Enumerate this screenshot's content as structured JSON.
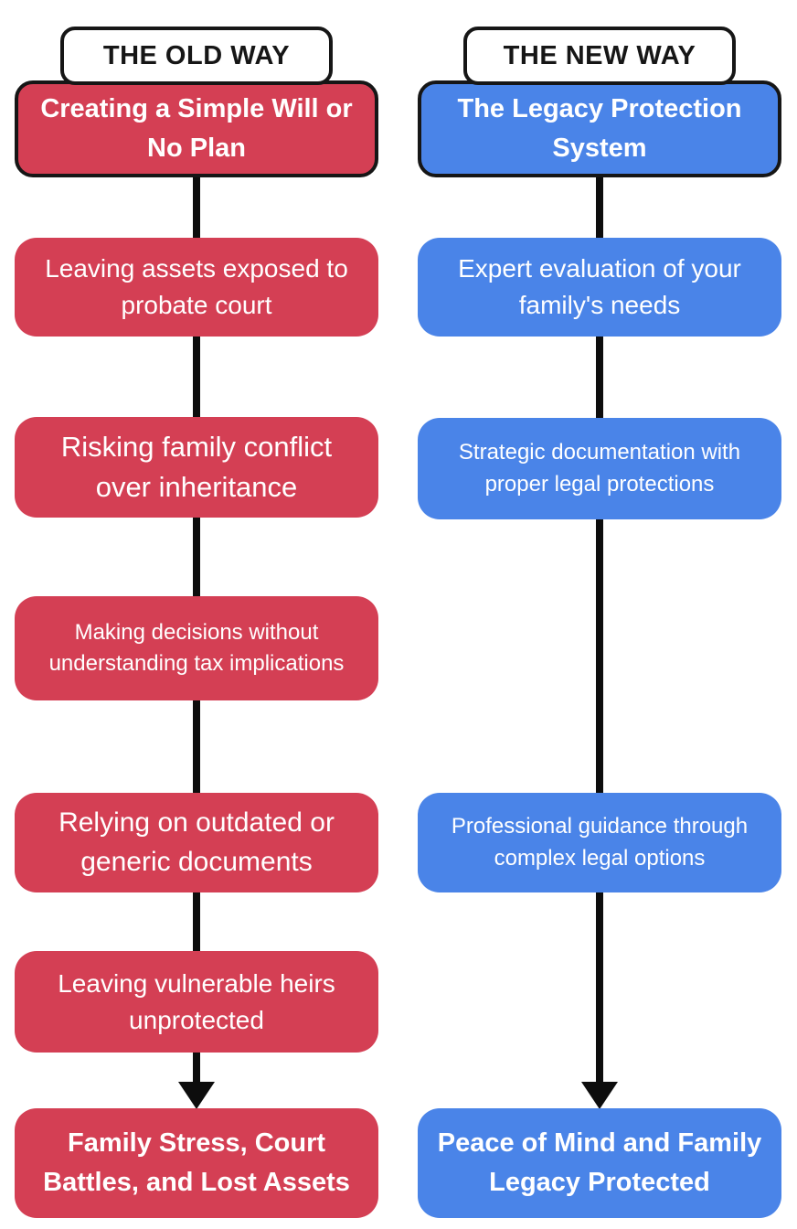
{
  "title": "Old Way vs New Way estate planning comparison flowchart",
  "colors": {
    "old_accent": "#d43f54",
    "new_accent": "#4a84e8",
    "line": "#0d0d0d",
    "header_background": "#ffffff",
    "header_text": "#161616",
    "box_text": "#ffffff"
  },
  "columns": [
    {
      "id": "old-way",
      "title": "THE OLD WAY",
      "subtitle": "Creating a Simple Will or No Plan",
      "steps": [
        "Leaving assets exposed to probate court",
        "Risking family conflict over inheritance",
        "Making decisions without understanding tax implications",
        "Relying on outdated or generic documents",
        "Leaving vulnerable heirs unprotected"
      ],
      "result": "Family Stress, Court Battles, and Lost Assets"
    },
    {
      "id": "new-way",
      "title": "THE NEW WAY",
      "subtitle": "The Legacy Protection System",
      "steps": [
        "Expert evaluation of your family's needs",
        "Strategic documentation with proper legal protections",
        "Professional guidance through complex legal options"
      ],
      "result": "Peace of Mind and Family Legacy Protected"
    }
  ]
}
